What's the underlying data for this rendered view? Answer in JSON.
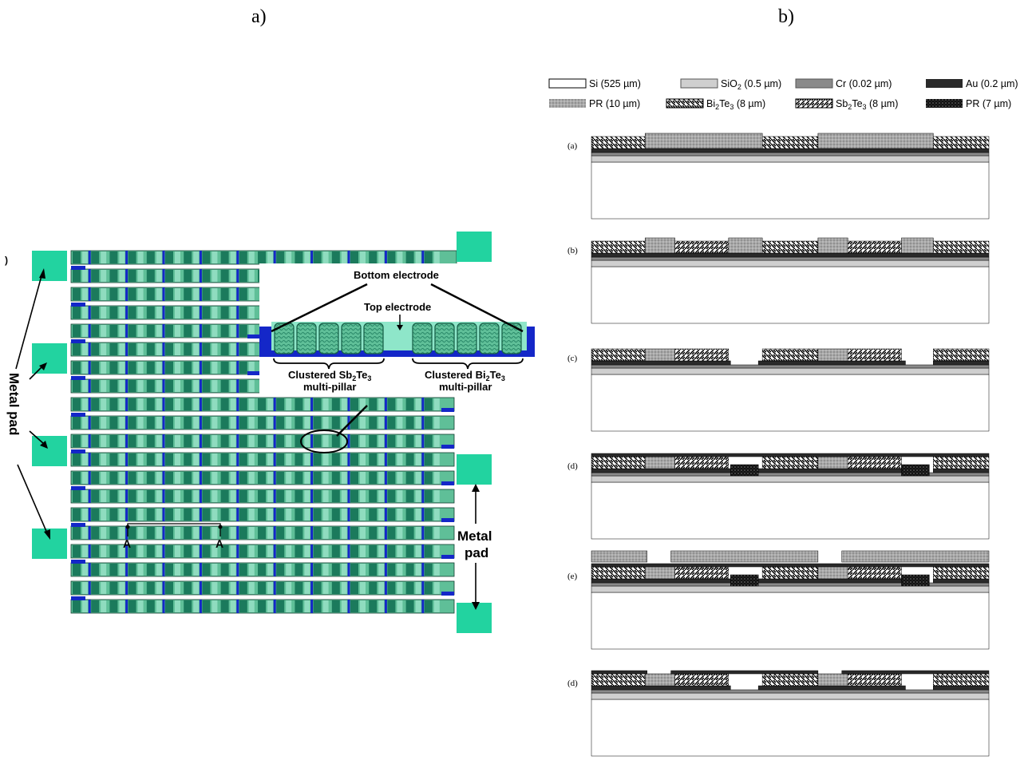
{
  "panel_a": {
    "label": "a)",
    "stray_mark": ")",
    "bottom_electrode": "Bottom electrode",
    "top_electrode": "Top electrode",
    "sb_cluster": [
      "Clustered Sb",
      "2",
      "Te",
      "3"
    ],
    "sb_cluster_line2": "multi-pillar",
    "bi_cluster": [
      "Clustered Bi",
      "2",
      "Te",
      "3"
    ],
    "bi_cluster_line2": "multi-pillar",
    "metal_pad_left": "Metal pad",
    "metal_pad_right_line1": "Metal",
    "metal_pad_right_line2": "pad",
    "section_marker": "A",
    "colors": {
      "pad": "#22d3a0",
      "dark_teal": "#1b7a5c",
      "light_teal": "#5fbf98",
      "blue": "#1427c8"
    }
  },
  "panel_b": {
    "label": "b)",
    "legend": [
      {
        "text": "Si (525 µm)",
        "swatch": "white"
      },
      {
        "text": "SiO",
        "sub": "2",
        "after": " (0.5 µm)",
        "swatch": "lightgray"
      },
      {
        "text": "Cr (0.02 µm)",
        "swatch": "gray"
      },
      {
        "text": "Au (0.2 µm)",
        "swatch": "dark"
      },
      {
        "text": "PR (10 µm)",
        "swatch": "dotted"
      },
      {
        "text": "Bi",
        "sub": "2",
        "after": "Te",
        "sub2": "3",
        "after2": " (8 µm)",
        "swatch": "backslash"
      },
      {
        "text": "Sb",
        "sub": "2",
        "after": "Te",
        "sub2": "3",
        "after2": " (8 µm)",
        "swatch": "slash"
      },
      {
        "text": "PR (7 µm)",
        "swatch": "black-dotted"
      }
    ],
    "steps": [
      "(a)",
      "(b)",
      "(c)",
      "(d)",
      "(e)",
      "(d)"
    ]
  }
}
